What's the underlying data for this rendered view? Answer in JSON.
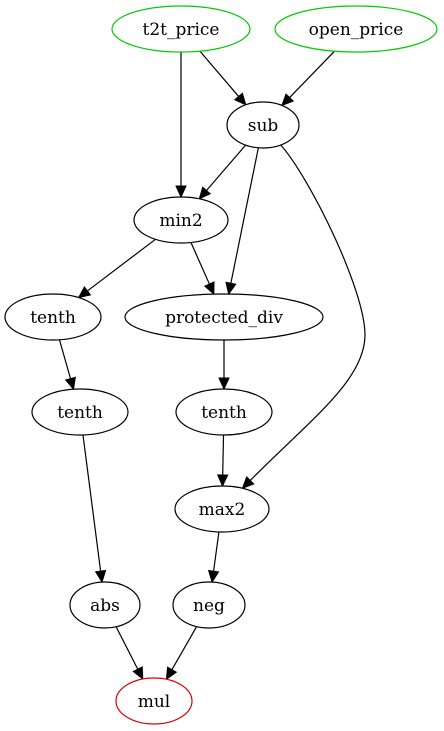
{
  "diagram": {
    "colors": {
      "input_border": "#00cc00",
      "output_border": "#dd0000",
      "default_border": "#000000"
    },
    "nodes": [
      {
        "id": "t2t_price",
        "label": "t2t_price",
        "role": "input"
      },
      {
        "id": "open_price",
        "label": "open_price",
        "role": "input"
      },
      {
        "id": "sub",
        "label": "sub",
        "role": "default"
      },
      {
        "id": "min2",
        "label": "min2",
        "role": "default"
      },
      {
        "id": "tenth_a",
        "label": "tenth",
        "role": "default"
      },
      {
        "id": "protected_div",
        "label": "protected_div",
        "role": "default"
      },
      {
        "id": "tenth_b",
        "label": "tenth",
        "role": "default"
      },
      {
        "id": "tenth_c",
        "label": "tenth",
        "role": "default"
      },
      {
        "id": "max2",
        "label": "max2",
        "role": "default"
      },
      {
        "id": "abs",
        "label": "abs",
        "role": "default"
      },
      {
        "id": "neg",
        "label": "neg",
        "role": "default"
      },
      {
        "id": "mul",
        "label": "mul",
        "role": "output"
      }
    ],
    "edges": [
      {
        "from": "t2t_price",
        "to": "sub"
      },
      {
        "from": "open_price",
        "to": "sub"
      },
      {
        "from": "t2t_price",
        "to": "min2"
      },
      {
        "from": "sub",
        "to": "min2"
      },
      {
        "from": "sub",
        "to": "protected_div"
      },
      {
        "from": "sub",
        "to": "max2"
      },
      {
        "from": "min2",
        "to": "tenth_a"
      },
      {
        "from": "min2",
        "to": "protected_div"
      },
      {
        "from": "tenth_a",
        "to": "tenth_b"
      },
      {
        "from": "protected_div",
        "to": "tenth_c"
      },
      {
        "from": "tenth_c",
        "to": "max2"
      },
      {
        "from": "tenth_b",
        "to": "abs"
      },
      {
        "from": "max2",
        "to": "neg"
      },
      {
        "from": "abs",
        "to": "mul"
      },
      {
        "from": "neg",
        "to": "mul"
      }
    ]
  }
}
